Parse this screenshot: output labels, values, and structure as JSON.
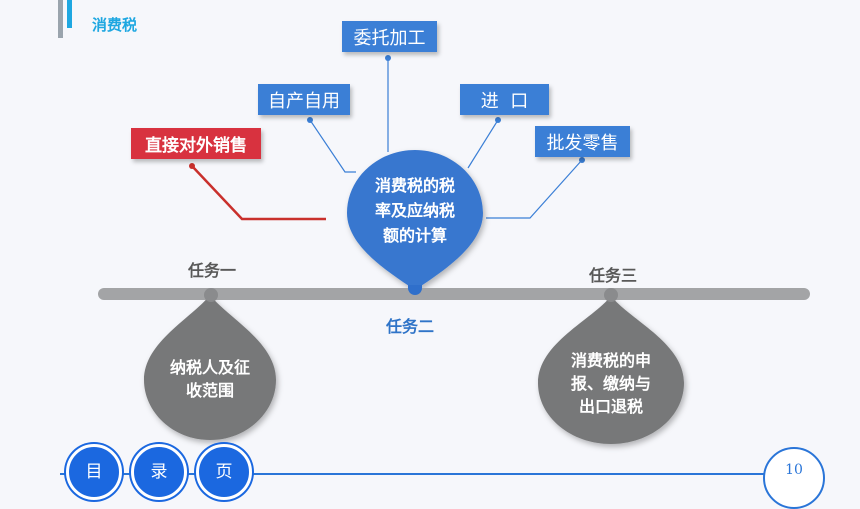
{
  "header": {
    "section_title": "消费税"
  },
  "center_topic": {
    "line1": "消费税的税",
    "line2": "率及应纳税",
    "line3": "额的计算"
  },
  "tags": {
    "entrusted_processing": "委托加工",
    "self_use": "自产自用",
    "import": "进  口",
    "wholesale_retail": "批发零售",
    "direct_sale": "直接对外销售"
  },
  "tasks": {
    "task1": {
      "label": "任务一",
      "line1": "纳税人及征",
      "line2": "收范围"
    },
    "task2": {
      "label": "任务二"
    },
    "task3": {
      "label": "任务三",
      "line1": "消费税的申",
      "line2": "报、缴纳与",
      "line3": "出口退税"
    }
  },
  "footer": {
    "nav": {
      "contents": "目",
      "record": "录",
      "page": "页"
    },
    "page_number": "10"
  },
  "colors": {
    "accent": "#1ea7e1",
    "tag_blue": "#3b7fd6",
    "tag_red": "#d8323f",
    "center_drop": "#3977cf",
    "gray_drop": "#777879",
    "nav_blue": "#1b68e0"
  }
}
